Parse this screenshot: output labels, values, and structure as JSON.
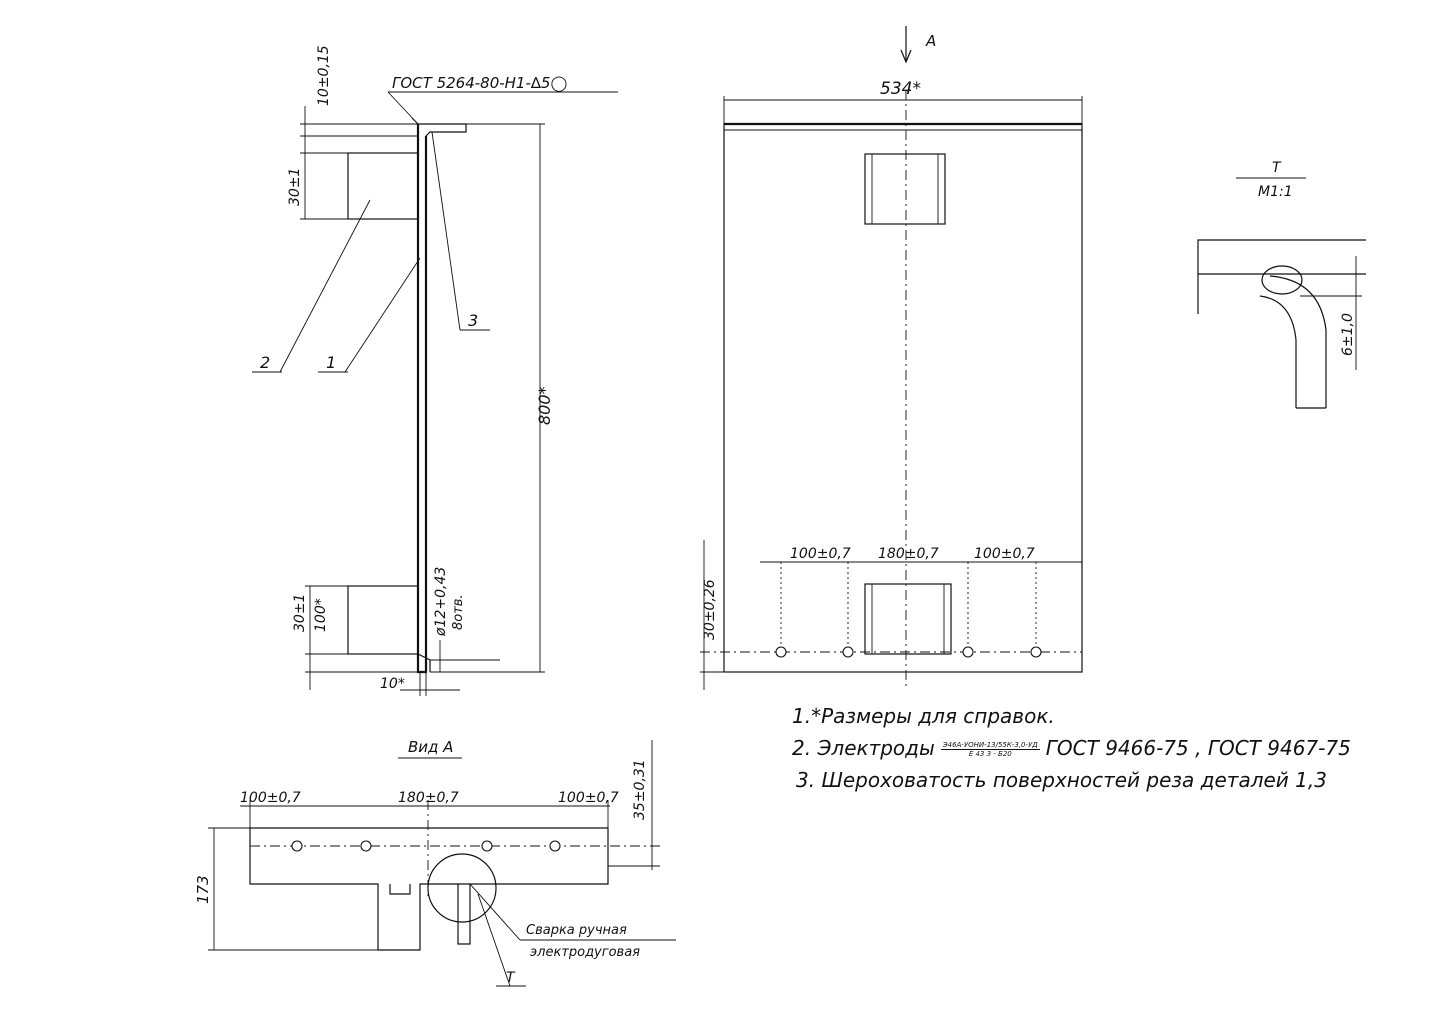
{
  "side_view": {
    "weld_callout": "ГОСТ 5264-80-Н1-∆5◯",
    "dim_10": "10±0,15",
    "dim_30_top": "30±1",
    "dim_800": "800*",
    "dim_30_bottom": "30±1",
    "dim_100": "100*",
    "dim_hole": "ø12+0,43",
    "dim_hole_note": "8отв.",
    "dim_10_bottom": "10*",
    "leader_1": "1",
    "leader_2": "2",
    "leader_3": "3"
  },
  "front_view": {
    "view_arrow_label": "А",
    "dim_width": "534*",
    "dim_left": "100±0,7",
    "dim_center": "180±0,7",
    "dim_right": "100±0,7",
    "dim_edge": "30±0,26"
  },
  "detail": {
    "title": "Т",
    "scale": "М1:1",
    "dim_bend": "6±1,0"
  },
  "bottom_view": {
    "title": "Вид А",
    "dim_left": "100±0,7",
    "dim_center": "180±0,7",
    "dim_right": "100±0,7",
    "dim_offset": "35±0,31",
    "dim_height": "173",
    "weld_line1": "Сварка  ручная",
    "weld_line2": "электродуговая",
    "detail_mark": "Т"
  },
  "notes": {
    "n1": "1.*Размеры  для   справок.",
    "n2_pre": "2. Электроды",
    "n2_frac_top": "Э46А-УОНИ-13/55К-3,0-УД",
    "n2_frac_bot": "Е 43 3 - Б20",
    "n2_post": "ГОСТ 9466-75 , ГОСТ 9467-75",
    "n3": "3. Шероховатость   поверхностей   реза   деталей  1,3"
  }
}
